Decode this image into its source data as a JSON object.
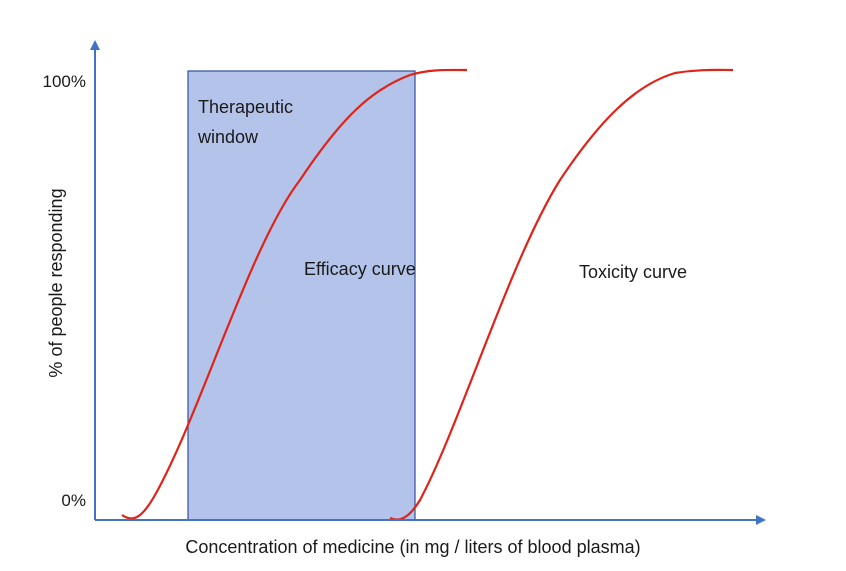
{
  "diagram": {
    "y_axis": {
      "title": "% of people responding",
      "tick_top": "100%",
      "tick_bottom": "0%"
    },
    "x_axis": {
      "title": "Concentration of medicine (in mg / liters of blood plasma)"
    },
    "window": {
      "label_line1": "Therapeutic",
      "label_line2": "window"
    },
    "efficacy_curve": {
      "label": "Efficacy curve"
    },
    "toxicity_curve": {
      "label": "Toxicity curve"
    },
    "colors": {
      "axis": "#4472c4",
      "curve": "#e02318",
      "window_fill": "#b4c3ea",
      "window_stroke": "#2f4f9e"
    }
  }
}
